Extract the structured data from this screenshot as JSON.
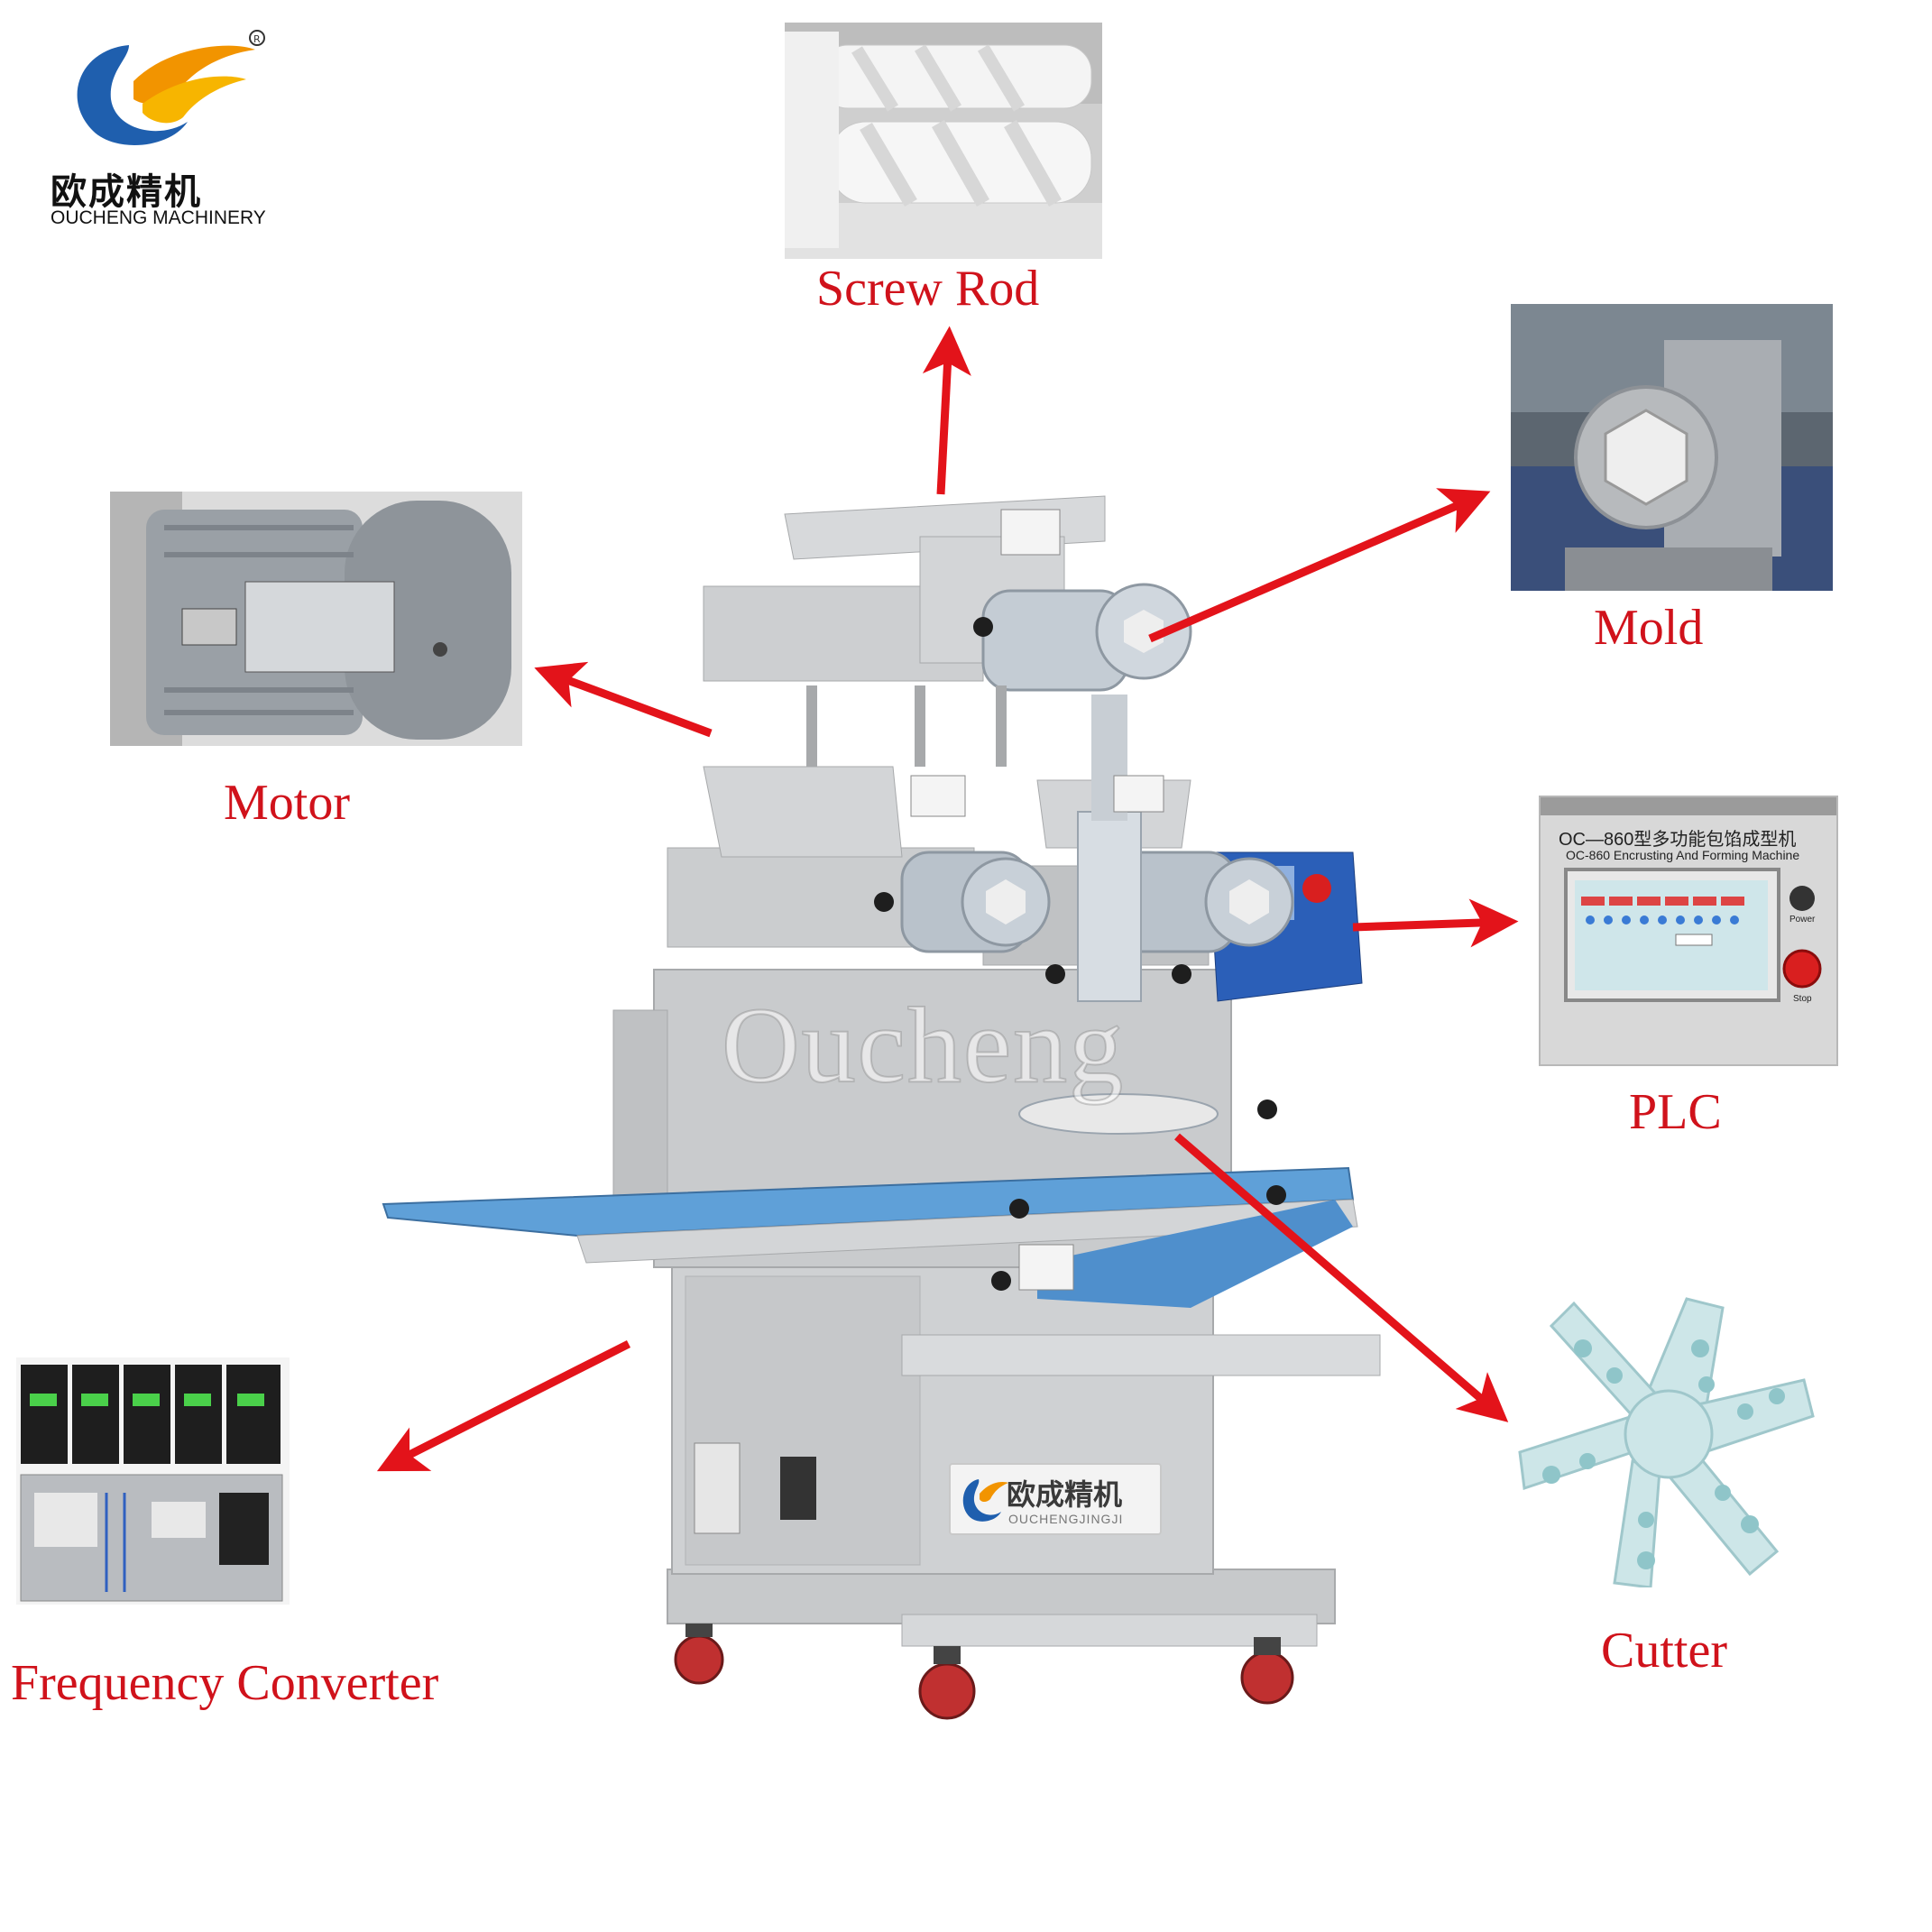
{
  "logo": {
    "name_cn": "欧成精机",
    "name_en": "OUCHENG MACHINERY",
    "colors": {
      "blue": "#1f5fae",
      "orange": "#f29400"
    }
  },
  "watermark": "Oucheng",
  "machine_logo": {
    "name_cn": "欧成精机",
    "name_en": "OUCHENGJINGJI"
  },
  "plc_panel": {
    "title_cn": "OC—860型多功能包馅成型机",
    "title_en": "OC-860 Encrusting And Forming Machine",
    "power_label": "Power",
    "stop_label": "Stop"
  },
  "callouts": [
    {
      "id": "screw-rod",
      "label": "Screw Rod"
    },
    {
      "id": "mold",
      "label": "Mold"
    },
    {
      "id": "motor",
      "label": "Motor"
    },
    {
      "id": "plc",
      "label": "PLC"
    },
    {
      "id": "cutter",
      "label": "Cutter"
    },
    {
      "id": "frequency-converter",
      "label": "Frequency Converter"
    }
  ],
  "arrow_color": "#e3131a"
}
